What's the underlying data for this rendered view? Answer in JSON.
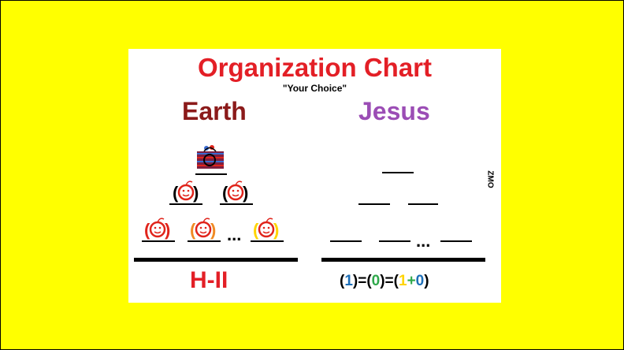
{
  "chart": {
    "title": "Organization Chart",
    "subtitle": "\"Your Choice\"",
    "left_heading": "Earth",
    "right_heading": "Jesus",
    "watermark": "ZMO",
    "left_ellipsis": "...",
    "right_ellipsis": "...",
    "left_footer": "H-II",
    "equation": {
      "p1_open": "(",
      "one_a": "1",
      "p1_close": ")=(",
      "zero_a": "0",
      "p2_close": ")=(",
      "one_b": "1",
      "plus": "+",
      "zero_b": "0",
      "p3_close": ")"
    }
  },
  "colors": {
    "background": "#ffff00",
    "title_red": "#e31f26",
    "earth": "#8b1a1a",
    "jesus": "#9b4db5",
    "face_red": "#e0241b",
    "face_orange": "#f08a24",
    "face_yellow": "#ffd400",
    "eq_blue": "#1d6fb8",
    "eq_green": "#2ea84a",
    "eq_yellow": "#ffd400"
  },
  "icons": {
    "leader": "crowned-ring-icon",
    "person": "smiley-face-icon"
  }
}
